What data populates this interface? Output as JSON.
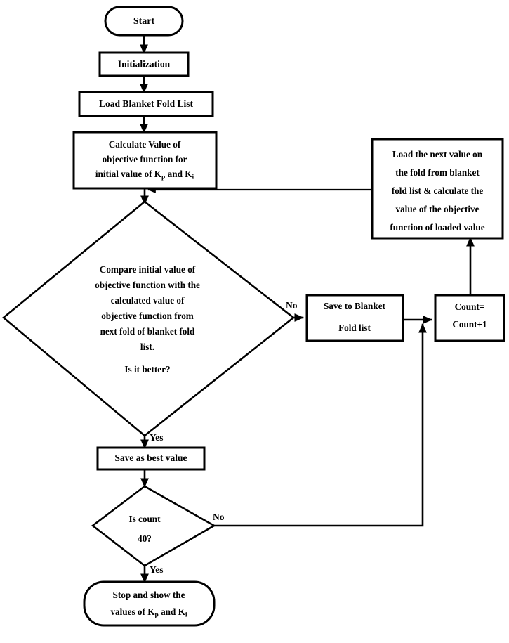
{
  "diagram": {
    "title": "PID tuning blanket fold optimization flowchart",
    "type": "flowchart",
    "colors": {
      "stroke": "#000000",
      "fill": "#ffffff",
      "background": "#ffffff"
    },
    "nodes": [
      {
        "id": "start",
        "shape": "terminator",
        "label": "Start"
      },
      {
        "id": "initialization",
        "shape": "process",
        "label": "Initialization"
      },
      {
        "id": "load-blanket-fold-list",
        "shape": "process",
        "label": "Load Blanket Fold List"
      },
      {
        "id": "calculate-objective",
        "shape": "process",
        "line1": "Calculate Value of",
        "line2": "objective function for",
        "line3_a": "initial value of K",
        "line3_sub1": "p",
        "line3_b": " and K",
        "line3_sub2": "i"
      },
      {
        "id": "compare-decision",
        "shape": "decision",
        "line1": "Compare initial value of",
        "line2": "objective function with the",
        "line3": "calculated value of",
        "line4": "objective function from",
        "line5": "next fold of blanket fold",
        "line6": "list.",
        "question": "Is it better?"
      },
      {
        "id": "load-next-value",
        "shape": "process",
        "line1": "Load the next value on",
        "line2": "the fold from blanket",
        "line3": "fold list & calculate the",
        "line4": "value of the objective",
        "line5": "function of loaded value"
      },
      {
        "id": "save-to-blanket-fold-list",
        "shape": "process",
        "line1": "Save to Blanket",
        "line2": "Fold list"
      },
      {
        "id": "count-increment",
        "shape": "process",
        "line1": "Count=",
        "line2": "Count+1"
      },
      {
        "id": "save-best-value",
        "shape": "process",
        "label": "Save as best value"
      },
      {
        "id": "count-check-decision",
        "shape": "decision",
        "line1": "Is count",
        "line2": "40?"
      },
      {
        "id": "stop",
        "shape": "terminator",
        "line1": "Stop and show the",
        "line2_a": "values of K",
        "line2_sub1": "p",
        "line2_b": " and K",
        "line2_sub2": "i"
      }
    ],
    "edge_labels": {
      "compare_no": "No",
      "compare_yes": "Yes",
      "count_no": "No",
      "count_yes": "Yes"
    }
  }
}
